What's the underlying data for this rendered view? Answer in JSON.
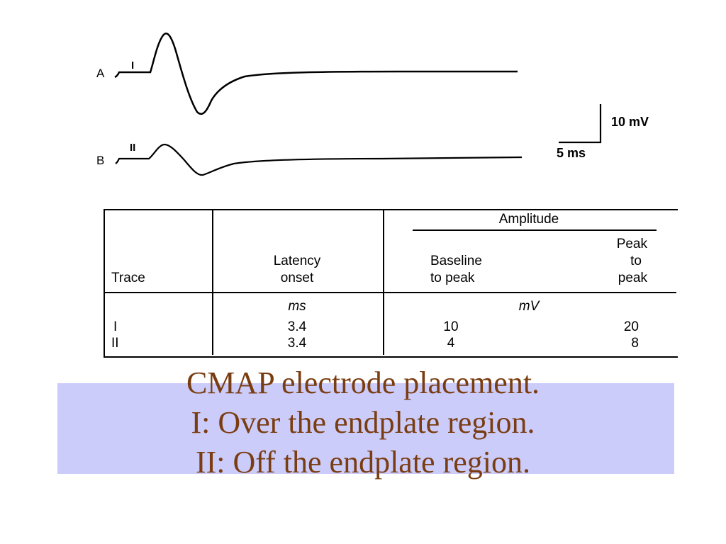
{
  "figure": {
    "traces": [
      {
        "letter": "A",
        "roman": "I"
      },
      {
        "letter": "B",
        "roman": "II"
      }
    ],
    "scale_bar": {
      "vertical_label": "10 mV",
      "horizontal_label": "5 ms"
    }
  },
  "table": {
    "headers": {
      "trace": "Trace",
      "latency_line1": "Latency",
      "latency_line2": "onset",
      "amplitude": "Amplitude",
      "baseline_line1": "Baseline",
      "baseline_line2": "to peak",
      "peak_line1": "Peak",
      "peak_line2": "to",
      "peak_line3": "peak"
    },
    "units": {
      "latency": "ms",
      "amplitude": "mV"
    },
    "rows": [
      {
        "trace": "I",
        "latency": "3.4",
        "baseline_to_peak": "10",
        "peak_to_peak": "20"
      },
      {
        "trace": "II",
        "latency": "3.4",
        "baseline_to_peak": "4",
        "peak_to_peak": "8"
      }
    ]
  },
  "caption": {
    "line1": "CMAP electrode placement.",
    "line2": "I: Over the endplate region.",
    "line3": "II: Off the endplate region."
  },
  "colors": {
    "caption_text": "#7a3d12",
    "caption_band": "#ccccfa"
  }
}
